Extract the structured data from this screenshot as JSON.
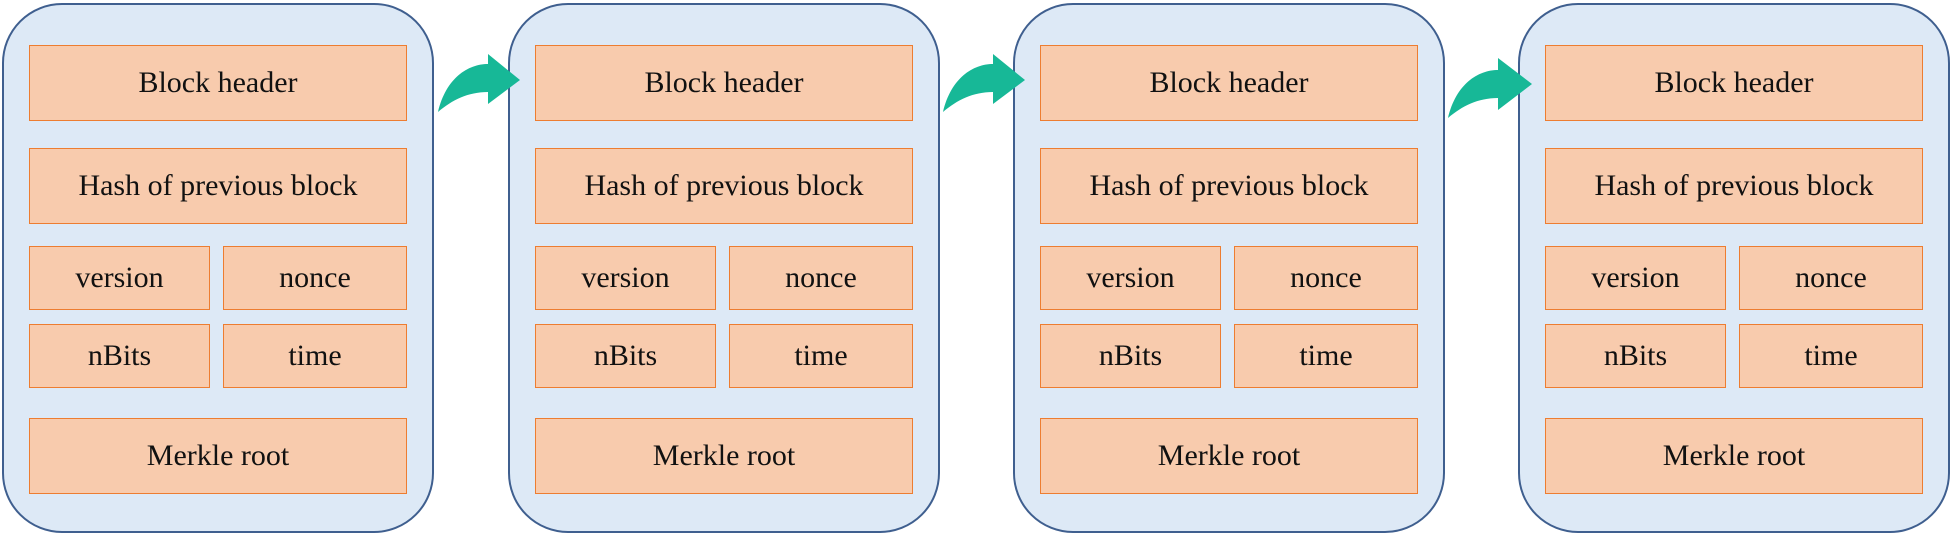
{
  "colors": {
    "block_fill": "#dde9f6",
    "block_border": "#3f5f8f",
    "field_fill": "#f8cbad",
    "field_border": "#ed7d31",
    "arrow": "#17b897"
  },
  "blocks": [
    {
      "block_header": "Block header",
      "hash_prev": "Hash of previous block",
      "version": "version",
      "nonce": "nonce",
      "nbits": "nBits",
      "time": "time",
      "merkle_root": "Merkle root"
    },
    {
      "block_header": "Block header",
      "hash_prev": "Hash of previous block",
      "version": "version",
      "nonce": "nonce",
      "nbits": "nBits",
      "time": "time",
      "merkle_root": "Merkle root"
    },
    {
      "block_header": "Block header",
      "hash_prev": "Hash of previous block",
      "version": "version",
      "nonce": "nonce",
      "nbits": "nBits",
      "time": "time",
      "merkle_root": "Merkle root"
    },
    {
      "block_header": "Block header",
      "hash_prev": "Hash of previous block",
      "version": "version",
      "nonce": "nonce",
      "nbits": "nBits",
      "time": "time",
      "merkle_root": "Merkle root"
    }
  ]
}
